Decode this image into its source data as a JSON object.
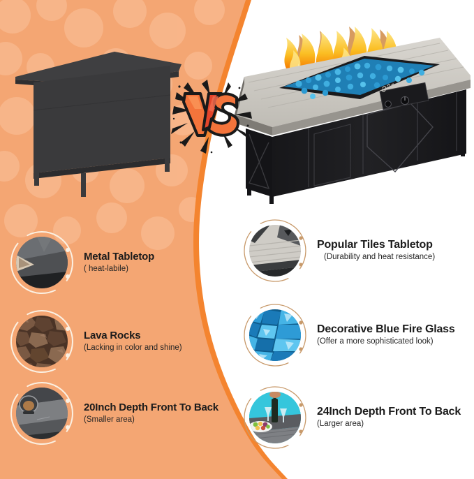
{
  "meta": {
    "layout": "product-comparison-infographic",
    "left_side_label": "competitor-product",
    "right_side_label": "featured-product"
  },
  "colors": {
    "background_orange": "#F4A673",
    "background_orange_edge": "#F47F34",
    "background_orange_blob": "#F7B488",
    "background_white": "#FFFFFF",
    "title_text": "#1B1B1B",
    "sub_text": "#252525",
    "ring_gold": "#C89A6B",
    "ring_cream": "#FBF0E2",
    "vs_orange": "#F4743B",
    "vs_red": "#E4452B",
    "vs_outline": "#1A1A1A",
    "product_dark": "#3A3A3C",
    "firepit_black": "#1C1C1E",
    "tabletop_gray": "#C9C6C0",
    "fire_glass_blue": "#2E9BD6",
    "flame_yellow": "#FBC02D",
    "flame_orange": "#F57C00",
    "lava_rock_brown": "#6E4B33"
  },
  "vs_badge": {
    "label": "VS",
    "style": "graffiti-splash"
  },
  "left_features": [
    {
      "id": "metal-tabletop",
      "title": "Metal Tabletop",
      "subtitle": "( heat-labile)",
      "thumb": "metal-tabletop-photo"
    },
    {
      "id": "lava-rocks",
      "title": "Lava Rocks",
      "subtitle": "(Lacking in color and shine)",
      "thumb": "lava-rocks-photo"
    },
    {
      "id": "depth-20-inch",
      "title": "20Inch Depth Front To Back",
      "subtitle": "(Smaller area)",
      "thumb": "small-table-depth-photo"
    }
  ],
  "right_features": [
    {
      "id": "popular-tiles-tabletop",
      "title": "Popular Tiles Tabletop",
      "subtitle": "(Durability and heat resistance)",
      "thumb": "tile-tabletop-photo"
    },
    {
      "id": "decorative-blue-fire-glass",
      "title": "Decorative Blue Fire Glass",
      "subtitle": "(Offer a more sophisticated look)",
      "thumb": "blue-fire-glass-photo"
    },
    {
      "id": "depth-24-inch",
      "title": "24Inch Depth Front To Back",
      "subtitle": "(Larger area)",
      "thumb": "large-table-dining-photo"
    }
  ],
  "products": {
    "left": {
      "name": "plain-dark-table",
      "description": "dark silhouette table"
    },
    "right": {
      "name": "gas-fire-pit-table",
      "description": "black fire pit table with tile top, blue fire glass and flames",
      "brand_mark": "script-logo"
    }
  }
}
